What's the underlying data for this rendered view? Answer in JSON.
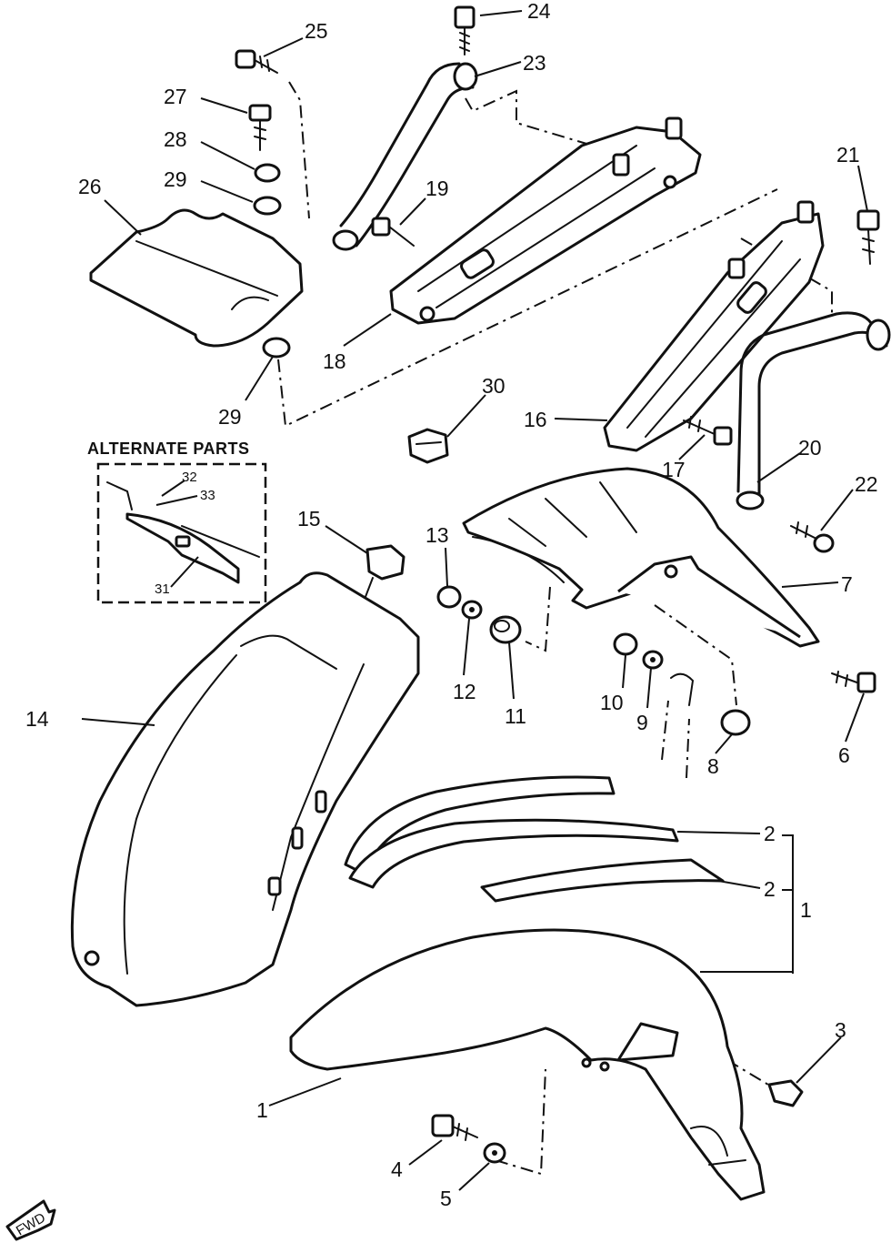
{
  "alternate_parts_heading": "ALTERNATE PARTS",
  "fwd_label": "FWD",
  "callouts": {
    "c1a": "1",
    "c1b": "1",
    "c2a": "2",
    "c2b": "2",
    "c3": "3",
    "c4": "4",
    "c5": "5",
    "c6": "6",
    "c7": "7",
    "c8": "8",
    "c9": "9",
    "c10": "10",
    "c11": "11",
    "c12": "12",
    "c13": "13",
    "c14": "14",
    "c15": "15",
    "c16": "16",
    "c17": "17",
    "c18": "18",
    "c19": "19",
    "c20": "20",
    "c21": "21",
    "c22": "22",
    "c23": "23",
    "c24": "24",
    "c25": "25",
    "c26": "26",
    "c27": "27",
    "c28": "28",
    "c29a": "29",
    "c29b": "29",
    "c30": "30",
    "c31": "31",
    "c32": "32",
    "c33": "33"
  }
}
